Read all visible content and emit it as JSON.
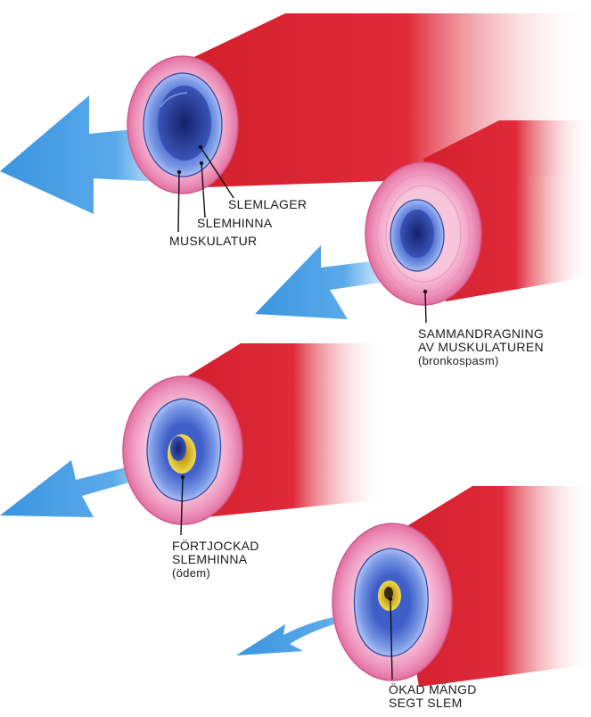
{
  "panels": [
    {
      "id": "normal",
      "labels": [
        "SLEMLAGER",
        "SLEMHINNA",
        "MUSKULATUR"
      ]
    },
    {
      "id": "bronkospasm",
      "label_lines": [
        "SAMMANDRAGNING",
        "AV MUSKULATUREN",
        "(bronkospasm)"
      ]
    },
    {
      "id": "odem",
      "label_lines": [
        "FÖRTJOCKAD",
        "SLEMHINNA",
        "(ödem)"
      ]
    },
    {
      "id": "slem",
      "label_lines": [
        "ÖKAD MÄNGD",
        "SEGT SLEM"
      ]
    }
  ],
  "colors": {
    "tube_red": "#d8212e",
    "muscle_pink": "#f2a8c8",
    "mucosa_blue": "#6f8fe0",
    "lumen_dark": "#2c3e9a",
    "mucus_yellow": "#e8c832",
    "arrow_blue": "#57a9ea"
  }
}
